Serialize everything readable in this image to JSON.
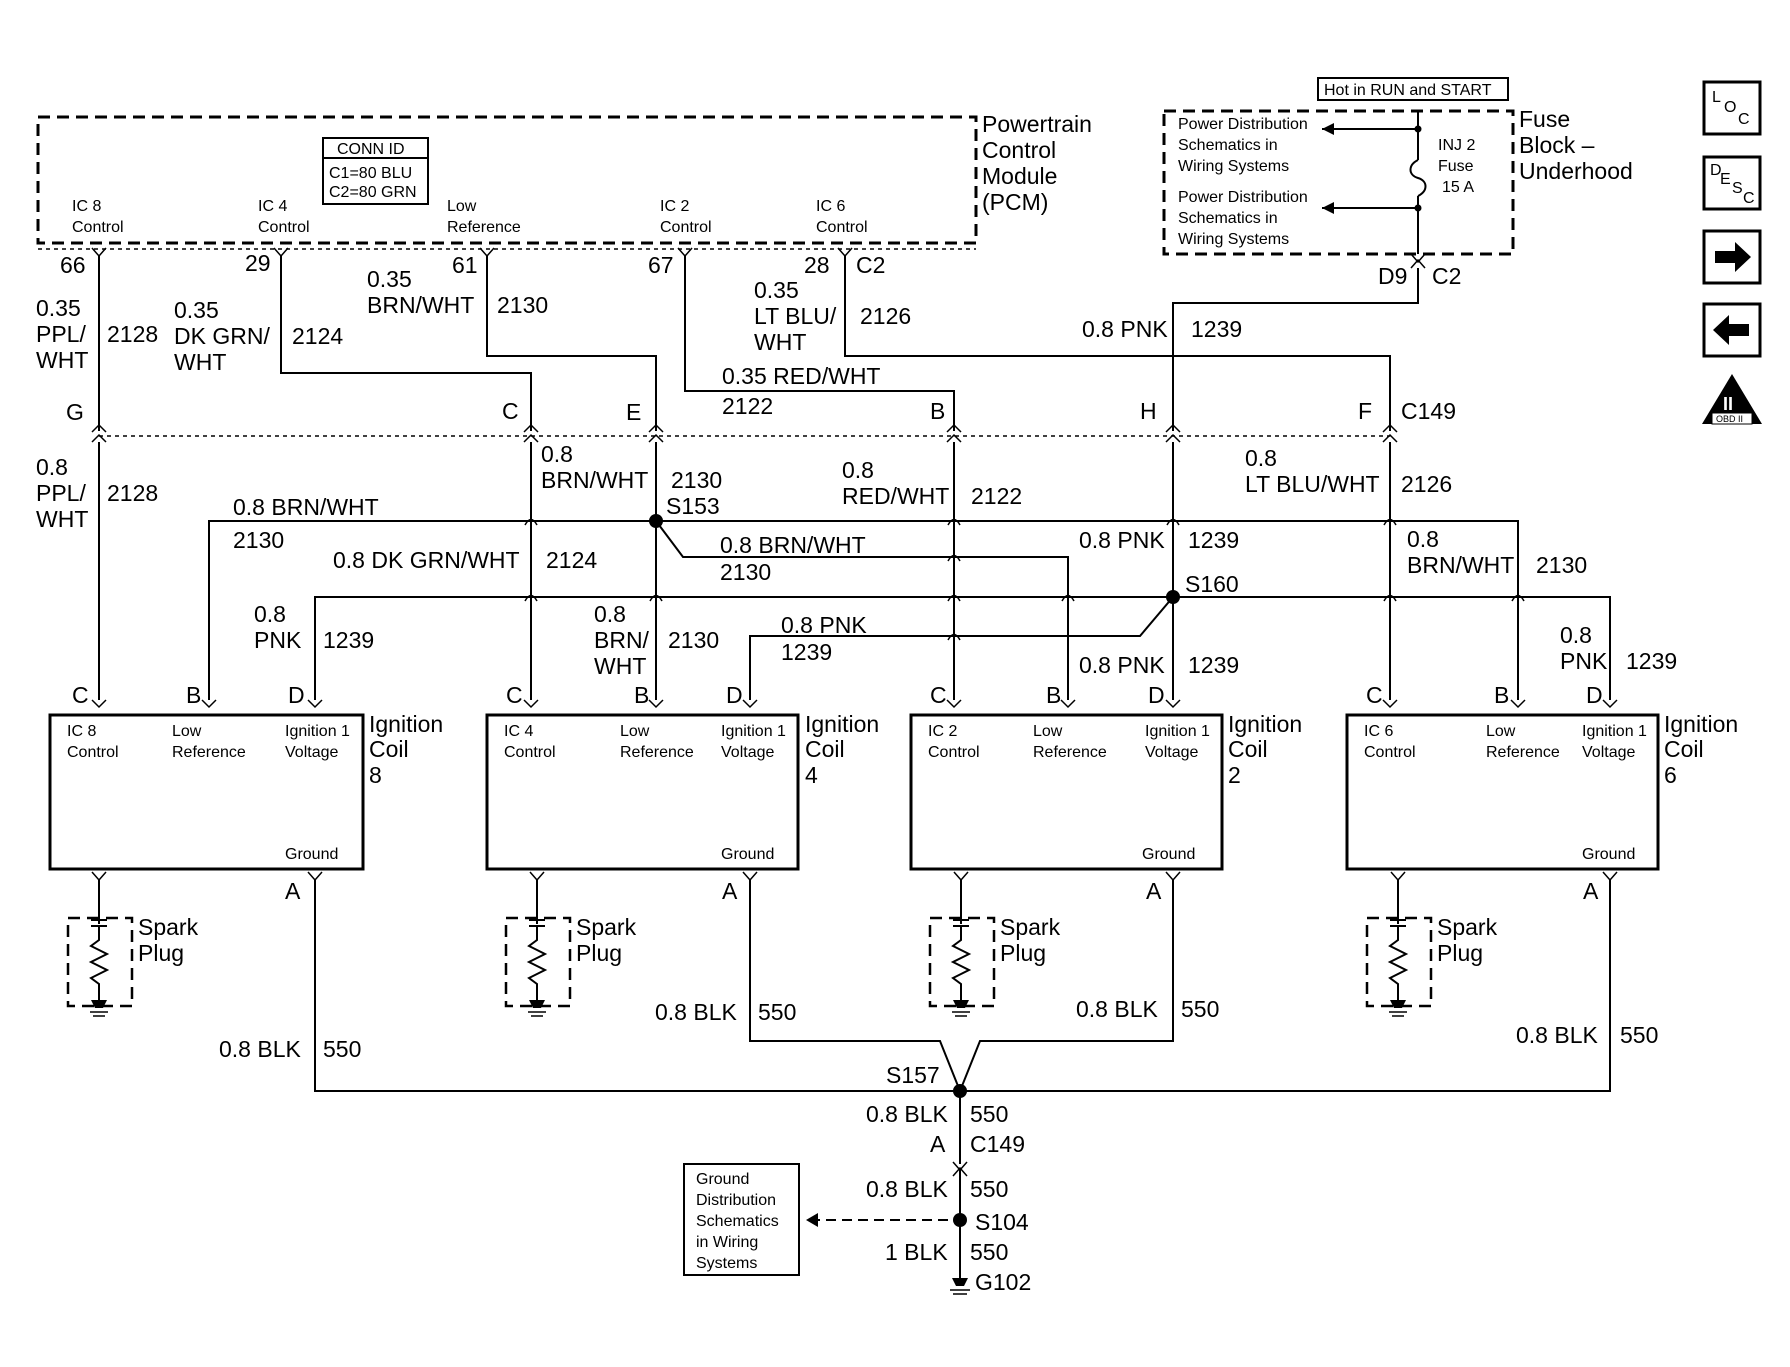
{
  "pcm": {
    "title": [
      "Powertrain",
      "Control",
      "Module",
      "(PCM)"
    ],
    "conn_id": {
      "head": "CONN ID",
      "c1": "C1=80 BLU",
      "c2": "C2=80 GRN"
    },
    "pins": [
      {
        "name": [
          "IC 8",
          "Control"
        ],
        "num": "66"
      },
      {
        "name": [
          "IC 4",
          "Control"
        ],
        "num": "29"
      },
      {
        "name": [
          "Low",
          "Reference"
        ],
        "num": "61"
      },
      {
        "name": [
          "IC 2",
          "Control"
        ],
        "num": "67"
      },
      {
        "name": [
          "IC 6",
          "Control"
        ],
        "num": "28"
      }
    ],
    "connector": "C2"
  },
  "fuse_block": {
    "title": [
      "Fuse",
      "Block –",
      "Underhood"
    ],
    "hot": "Hot in RUN and START",
    "ref1": [
      "Power Distribution",
      "Schematics in",
      "Wiring Systems"
    ],
    "ref2": [
      "Power Distribution",
      "Schematics in",
      "Wiring Systems"
    ],
    "fuse": [
      "INJ 2",
      "Fuse",
      "15 A"
    ],
    "pin": "D9",
    "connector": "C2"
  },
  "nav_icons": [
    {
      "name": "loc-icon",
      "text": [
        "L",
        "O",
        "C"
      ]
    },
    {
      "name": "desc-icon",
      "text": [
        "D",
        "E",
        "S",
        "C"
      ]
    },
    {
      "name": "arrow-right-icon"
    },
    {
      "name": "arrow-left-icon"
    },
    {
      "name": "obd2-icon",
      "text": [
        "II",
        "OBD II"
      ]
    }
  ],
  "wires": {
    "w2128a": [
      "0.35",
      "PPL/",
      "WHT"
    ],
    "c2128": "2128",
    "w2124a": [
      "0.35",
      "DK GRN/",
      "WHT"
    ],
    "c2124": "2124",
    "w2130a": [
      "0.35",
      "BRN/WHT"
    ],
    "c2130": "2130",
    "w2122a": "0.35 RED/WHT",
    "c2122": "2122",
    "w2126a": [
      "0.35",
      "LT BLU/",
      "WHT"
    ],
    "c2126": "2126",
    "w1239a": "0.8 PNK",
    "c1239": "1239",
    "w2128b": [
      "0.8",
      "PPL/",
      "WHT"
    ],
    "w2130b": [
      "0.8",
      "BRN/WHT"
    ],
    "w2122b": [
      "0.8",
      "RED/WHT"
    ],
    "w2126b": [
      "0.8",
      "LT BLU/WHT"
    ],
    "w2130c": "0.8 BRN/WHT",
    "w2130d": "0.8 BRN/WHT",
    "w2124b": "0.8 DK GRN/WHT",
    "w1239b": "0.8 PNK",
    "w2130e": [
      "0.8",
      "BRN/WHT"
    ],
    "w1239c": [
      "0.8",
      "PNK"
    ],
    "w2130f": [
      "0.8",
      "BRN/",
      "WHT"
    ],
    "w1239d": "0.8 PNK",
    "w1239e": "0.8 PNK",
    "w1239f": [
      "0.8",
      "PNK"
    ],
    "blk": "0.8 BLK",
    "c550": "550",
    "blk1": "1 BLK"
  },
  "c149": {
    "name": "C149",
    "pins": [
      "G",
      "C",
      "E",
      "B",
      "H",
      "F"
    ],
    "ground_pin": "A"
  },
  "splices": {
    "s153": "S153",
    "s160": "S160",
    "s157": "S157",
    "s104": "S104",
    "g102": "G102"
  },
  "coils": [
    {
      "name": [
        "Ignition",
        "Coil",
        "8"
      ],
      "pins": [
        "C",
        "B",
        "D"
      ],
      "labels": [
        [
          "IC 8",
          "Control"
        ],
        [
          "Low",
          "Reference"
        ],
        [
          "Ignition 1",
          "Voltage"
        ]
      ]
    },
    {
      "name": [
        "Ignition",
        "Coil",
        "4"
      ],
      "pins": [
        "C",
        "B",
        "D"
      ],
      "labels": [
        [
          "IC 4",
          "Control"
        ],
        [
          "Low",
          "Reference"
        ],
        [
          "Ignition 1",
          "Voltage"
        ]
      ]
    },
    {
      "name": [
        "Ignition",
        "Coil",
        "2"
      ],
      "pins": [
        "C",
        "B",
        "D"
      ],
      "labels": [
        [
          "IC 2",
          "Control"
        ],
        [
          "Low",
          "Reference"
        ],
        [
          "Ignition 1",
          "Voltage"
        ]
      ]
    },
    {
      "name": [
        "Ignition",
        "Coil",
        "6"
      ],
      "pins": [
        "C",
        "B",
        "D"
      ],
      "labels": [
        [
          "IC 6",
          "Control"
        ],
        [
          "Low",
          "Reference"
        ],
        [
          "Ignition 1",
          "Voltage"
        ]
      ]
    }
  ],
  "coil_ground": "Ground",
  "coil_ground_pin": "A",
  "spark_plug": [
    "Spark",
    "Plug"
  ],
  "ground_dist": [
    "Ground",
    "Distribution",
    "Schematics",
    "in Wiring",
    "Systems"
  ]
}
